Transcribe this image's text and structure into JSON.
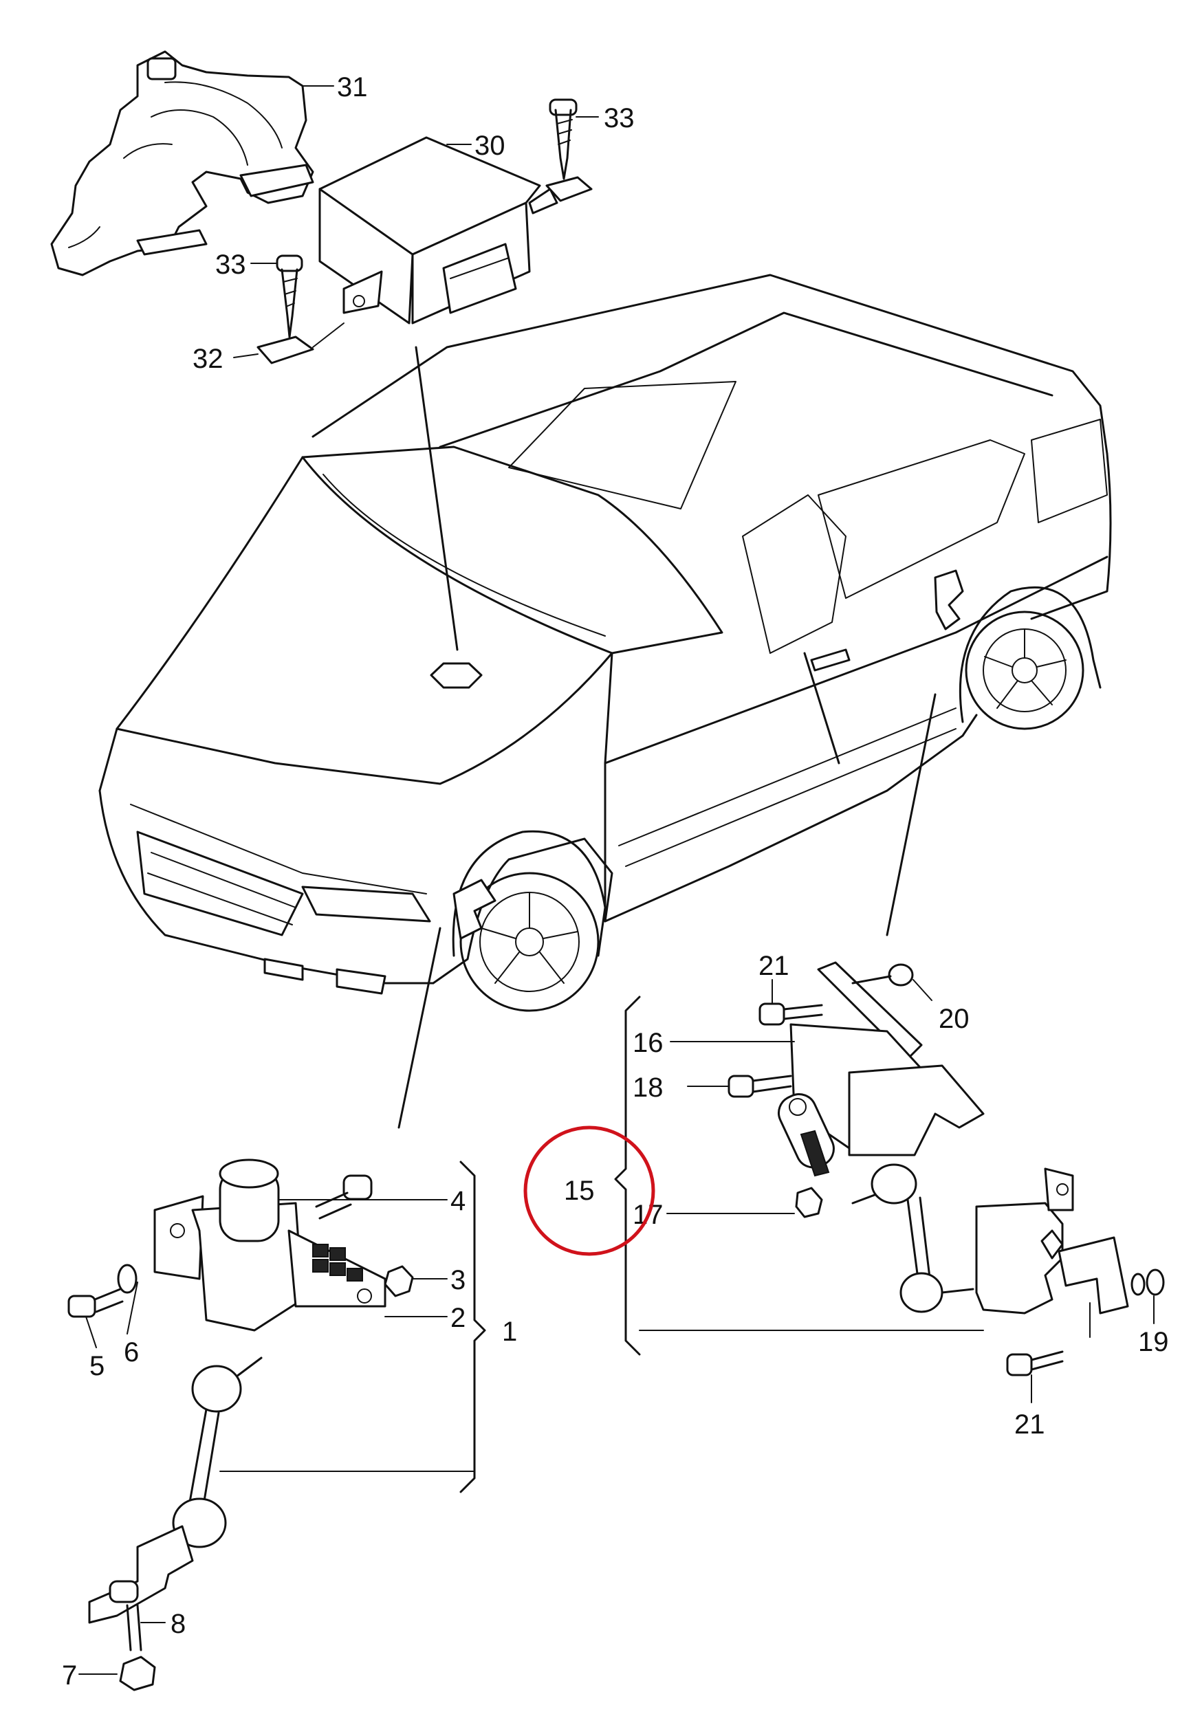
{
  "labels": {
    "l1": "1",
    "l2": "2",
    "l3": "3",
    "l4": "4",
    "l5": "5",
    "l6": "6",
    "l7": "7",
    "l8": "8",
    "l15": "15",
    "l16": "16",
    "l17": "17",
    "l18": "18",
    "l19": "19",
    "l20": "20",
    "l21a": "21",
    "l21b": "21",
    "l30": "30",
    "l31": "31",
    "l32": "32",
    "l33a": "33",
    "l33b": "33"
  },
  "highlight": {
    "color": "#d0121b",
    "target": "15"
  },
  "line_color": "#111111"
}
